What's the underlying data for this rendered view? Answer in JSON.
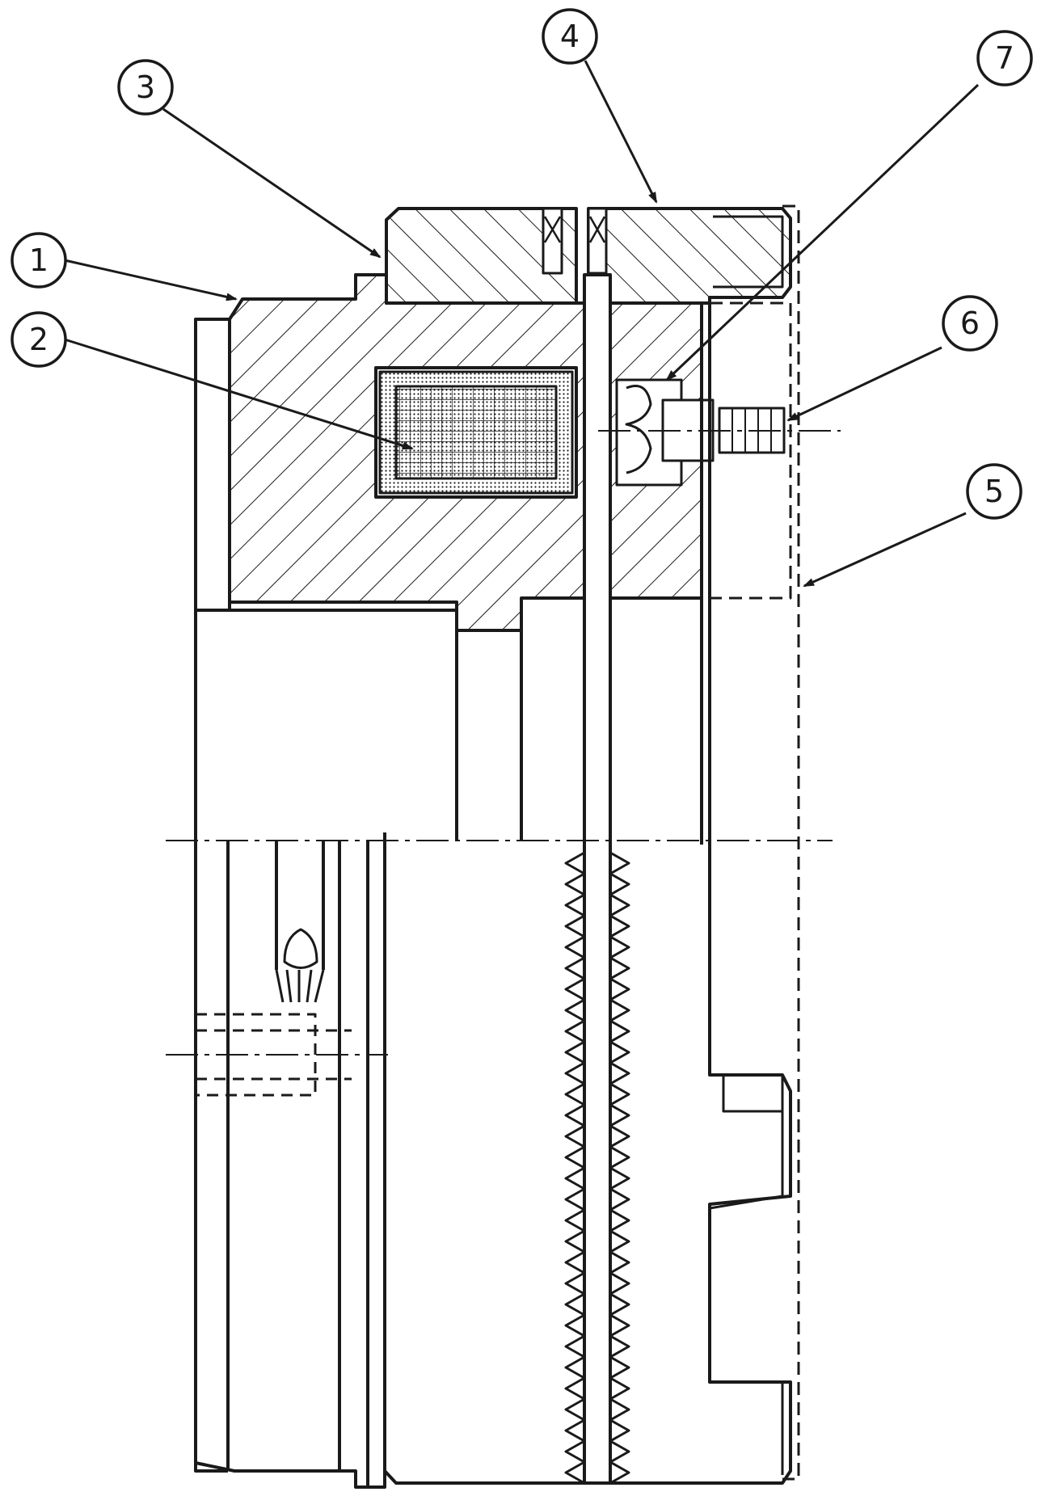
{
  "figure": {
    "callouts": [
      {
        "id": "1",
        "label": "1"
      },
      {
        "id": "2",
        "label": "2"
      },
      {
        "id": "3",
        "label": "3"
      },
      {
        "id": "4",
        "label": "4"
      },
      {
        "id": "5",
        "label": "5"
      },
      {
        "id": "6",
        "label": "6"
      },
      {
        "id": "7",
        "label": "7"
      }
    ],
    "colors": {
      "line": "#1a1a1a",
      "background": "#ffffff"
    }
  }
}
